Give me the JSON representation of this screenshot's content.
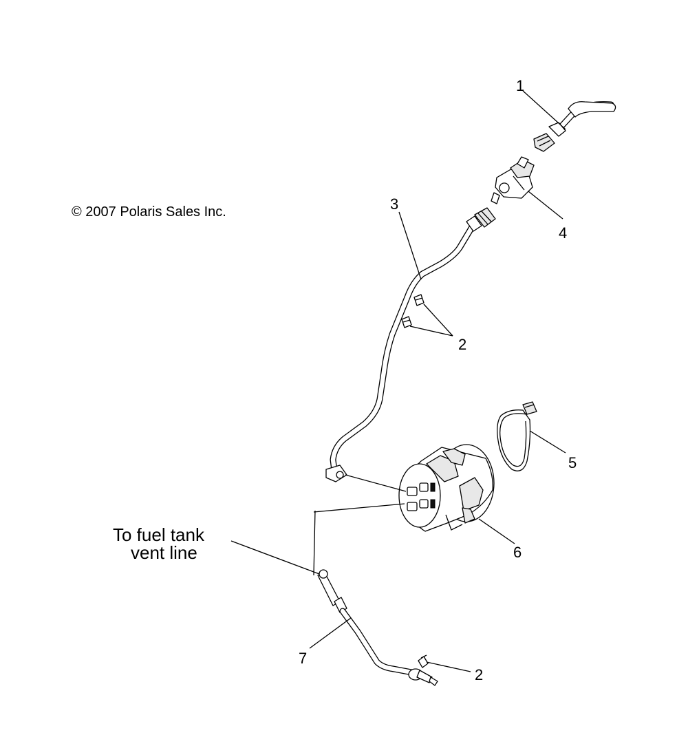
{
  "copyright": "© 2007 Polaris Sales Inc.",
  "note": {
    "line1": "To fuel tank",
    "line2": "vent line"
  },
  "callouts": {
    "c1": "1",
    "c2a": "2",
    "c2b": "2",
    "c3": "3",
    "c4": "4",
    "c5": "5",
    "c6": "6",
    "c7": "7"
  }
}
